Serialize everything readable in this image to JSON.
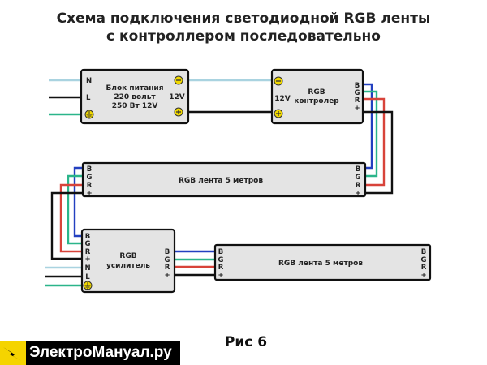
{
  "title": {
    "line1": "Схема подключения светодиодной RGB ленты",
    "line2": "с контроллером последовательно"
  },
  "power_supply": {
    "line1": "Блок питания",
    "line2": "220 вольт",
    "line3": "250 Вт 12V",
    "pin_n": "N",
    "pin_l": "L",
    "out_label": "12V",
    "minus": "-",
    "plus": "+"
  },
  "controller": {
    "line1": "RGB",
    "line2": "контролер",
    "in_label": "12V",
    "pins": [
      "B",
      "G",
      "R",
      "+"
    ]
  },
  "strip1": {
    "label": "RGB лента 5 метров",
    "pins": [
      "B",
      "G",
      "R",
      "+"
    ]
  },
  "amplifier": {
    "line1": "RGB",
    "line2": "усилитель",
    "in_pins": [
      "B",
      "G",
      "R",
      "+",
      "N",
      "L"
    ],
    "out_pins": [
      "B",
      "G",
      "R",
      "+"
    ]
  },
  "strip2": {
    "label": "RGB лента 5 метров",
    "pins": [
      "B",
      "G",
      "R",
      "+"
    ]
  },
  "figure_label": "Рис 6",
  "logo": {
    "text": "ЭлектроМануал.ру"
  },
  "colors": {
    "blue": "#2340c0",
    "green": "#2bb58a",
    "red": "#d8433a",
    "neutral": "#a9d3e0",
    "black": "#111111"
  }
}
